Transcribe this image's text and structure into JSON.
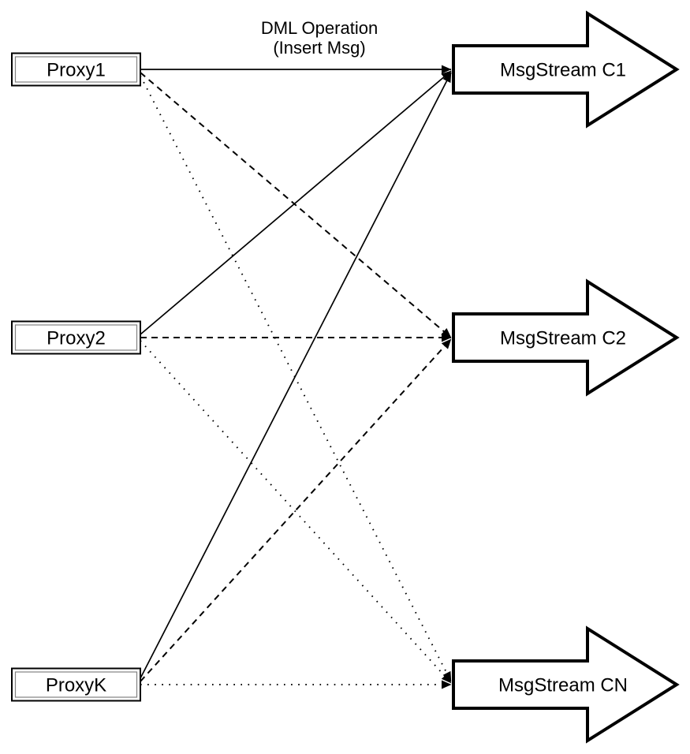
{
  "title_label": {
    "line1": "DML Operation",
    "line2": "(Insert Msg)"
  },
  "proxies": [
    {
      "label": "Proxy1"
    },
    {
      "label": "Proxy2"
    },
    {
      "label": "ProxyK"
    }
  ],
  "streams": [
    {
      "label": "MsgStream C1"
    },
    {
      "label": "MsgStream C2"
    },
    {
      "label": "MsgStream CN"
    }
  ],
  "edges": [
    {
      "from": "Proxy1",
      "to": "MsgStream C1",
      "style": "solid"
    },
    {
      "from": "Proxy1",
      "to": "MsgStream C2",
      "style": "dashed"
    },
    {
      "from": "Proxy1",
      "to": "MsgStream CN",
      "style": "dotted"
    },
    {
      "from": "Proxy2",
      "to": "MsgStream C1",
      "style": "solid"
    },
    {
      "from": "Proxy2",
      "to": "MsgStream C2",
      "style": "dashed"
    },
    {
      "from": "Proxy2",
      "to": "MsgStream CN",
      "style": "dotted"
    },
    {
      "from": "ProxyK",
      "to": "MsgStream C1",
      "style": "solid"
    },
    {
      "from": "ProxyK",
      "to": "MsgStream C2",
      "style": "dashed"
    },
    {
      "from": "ProxyK",
      "to": "MsgStream CN",
      "style": "dotted"
    }
  ],
  "colors": {
    "background": "#ffffff",
    "stroke": "#000000",
    "shape_fill": "#ffffff",
    "inner_border": "#828282"
  }
}
